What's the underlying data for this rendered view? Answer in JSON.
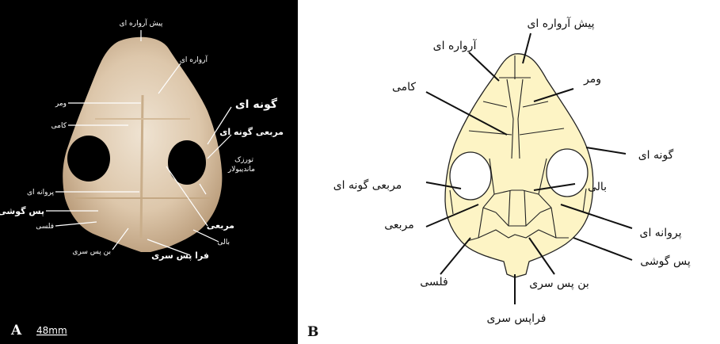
{
  "panel_a": {
    "letter": "A",
    "scale": "48mm",
    "labels": {
      "premaxilla": "پیش آرواره ای",
      "maxilla": "آرواره ای",
      "vomer": "ومر",
      "palatine": "کامی",
      "jugal": "گونه ای",
      "quadratojugal": "مربعی گونه ای",
      "mandibular_condyle_1": "تورزک",
      "mandibular_condyle_2": "ماندیبولار",
      "pterygoid": "پروانه ای",
      "opisthotic": "پس گوشی",
      "squamosal": "فلسی",
      "quadrate": "مربعی",
      "basisphenoid": "بالی",
      "basioccipital": "بن پس سری",
      "supraoccipital": "فرا پس سری"
    },
    "colors": {
      "background": "#000000",
      "bone": "#e8d9c4",
      "label": "#ffffff"
    }
  },
  "panel_b": {
    "letter": "B",
    "labels": {
      "premaxilla": "پیش آرواره ای",
      "maxilla": "آرواره ای",
      "vomer": "ومر",
      "palatine": "کامی",
      "jugal": "گونه ای",
      "quadratojugal": "مربعی گونه ای",
      "basisphenoid": "بالی",
      "quadrate": "مربعی",
      "pterygoid": "پروانه ای",
      "opisthotic": "پس گوشی",
      "squamosal": "فلسی",
      "basioccipital": "بن پس سری",
      "supraoccipital": "فراپس سری"
    },
    "colors": {
      "fill": "#fdf4c5",
      "stroke": "#222222"
    }
  }
}
